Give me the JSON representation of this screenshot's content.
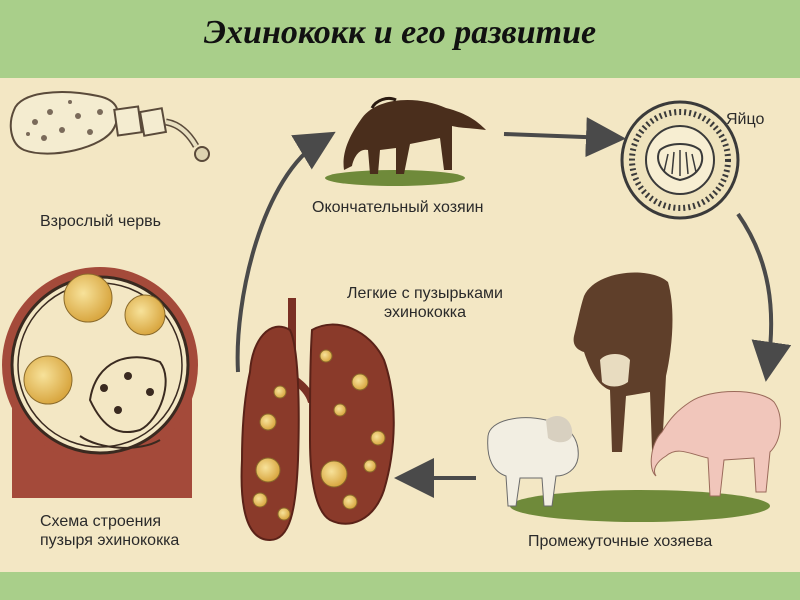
{
  "title": "Эхинококк и его развитие",
  "labels": {
    "adult_worm": "Взрослый червь",
    "definitive_host": "Окончательный хозяин",
    "egg": "Яйцо",
    "lungs_line1": "Легкие с пузырьками",
    "lungs_line2": "эхинококка",
    "bladder_scheme_line1": "Схема строения",
    "bladder_scheme_line2": "пузыря эхинококка",
    "intermediate_hosts": "Промежуточные хозяева"
  },
  "colors": {
    "title_band": "#a9cf8a",
    "panel": "#f3e7c4",
    "lung": "#8a3a2a",
    "cyst": "#e8c060",
    "arrow": "#4a4a4a"
  }
}
